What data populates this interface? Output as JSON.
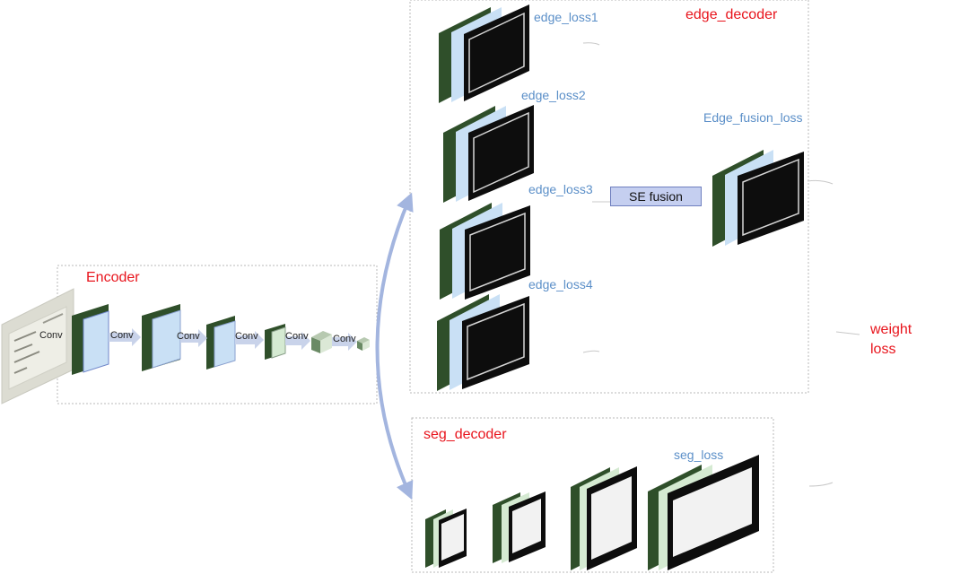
{
  "encoder": {
    "title": "Encoder",
    "conv_labels": [
      "Conv",
      "Conv",
      "Conv",
      "Conv",
      "Conv",
      "Conv"
    ]
  },
  "edge_decoder": {
    "title": "edge_decoder",
    "losses": [
      "edge_loss1",
      "edge_loss2",
      "edge_loss3",
      "edge_loss4"
    ],
    "fusion_label": "SE fusion",
    "fusion_loss": "Edge_fusion_loss"
  },
  "seg_decoder": {
    "title": "seg_decoder",
    "loss": "seg_loss"
  },
  "weight_loss": {
    "line1": "weight",
    "line2": "loss"
  },
  "colors": {
    "label_red": "#e8141c",
    "label_blue": "#5b8fc8",
    "block_green": "#2f4f2a",
    "block_light_blue": "#c9e0f5",
    "block_light_green": "#d5ead2",
    "arrow_blue": "#a3b5df",
    "fusion_box": "#c5cff0"
  }
}
